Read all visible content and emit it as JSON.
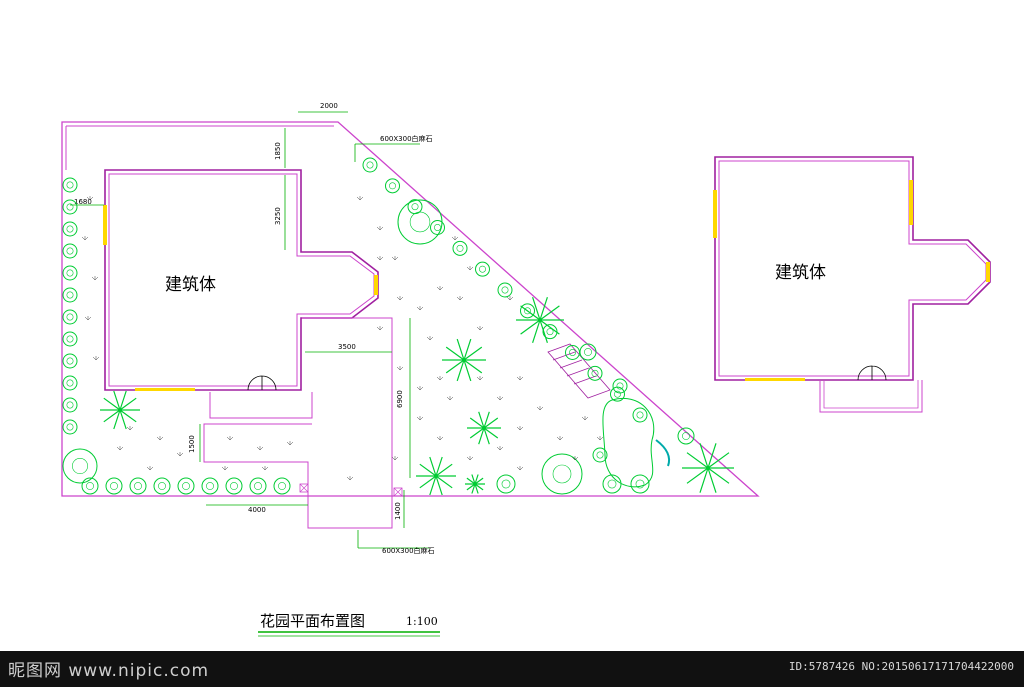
{
  "buildings": {
    "left_label": "建筑体",
    "right_label": "建筑体"
  },
  "title": {
    "main": "花园平面布置图",
    "scale": "1:100"
  },
  "dimensions": {
    "top_width": "2000",
    "top_depth": "1850",
    "left_offset": "1680",
    "bay_depth": "3250",
    "walkway_width": "3500",
    "walkway_length": "6900",
    "step_depth": "1500",
    "front_length": "4000",
    "front_depth": "1400"
  },
  "notes": {
    "paving_top": "600X300白麻石",
    "paving_bottom": "600X300白麻石"
  },
  "watermark": {
    "site": "昵图网 www.nipic.com",
    "id": "ID:5787426 NO:20150617171704422000"
  },
  "colors": {
    "wall": "#a020a0",
    "outline": "#cc44cc",
    "plant": "#00cc33",
    "dimension": "#00b000",
    "window": "#ffd700"
  }
}
